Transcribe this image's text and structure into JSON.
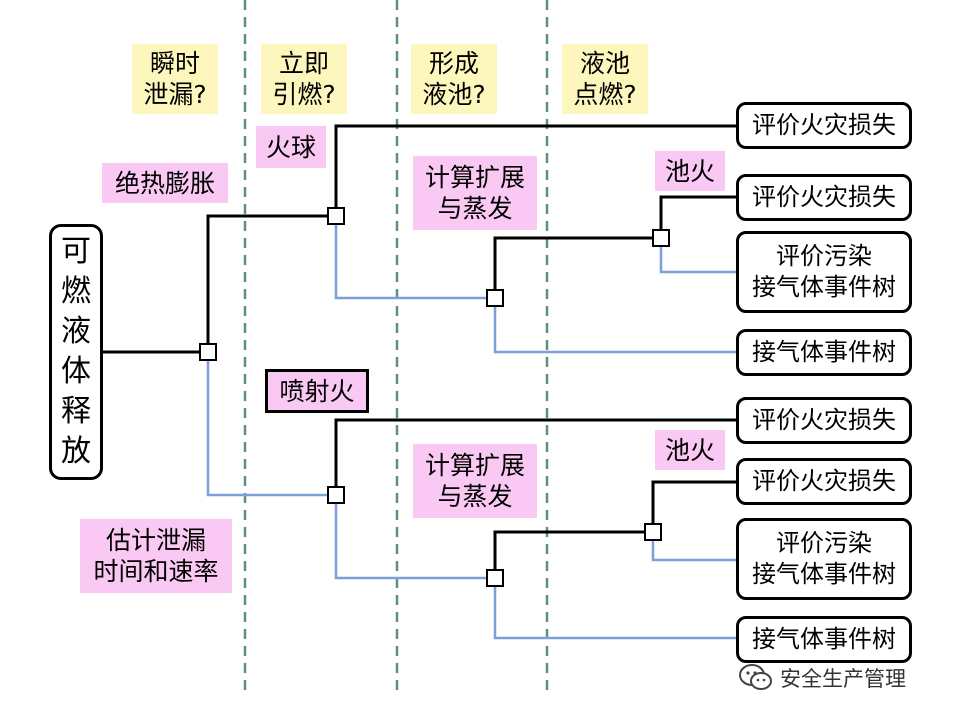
{
  "columns": [
    "瞬时\n泄漏?",
    "立即\n引燃?",
    "形成\n液池?",
    "液池\n点燃?"
  ],
  "source": "可\n燃\n液\n体\n释\n放",
  "labels": {
    "adiabatic": "绝热膨胀",
    "fireball": "火球",
    "pool_fire_1": "池火",
    "pool_fire_2": "池火",
    "spread_1": "计算扩展\n与蒸发",
    "spread_2": "计算扩展\n与蒸发",
    "jet_fire": "喷射火",
    "estimate": "估计泄漏\n时间和速率"
  },
  "outcomes": [
    "评价火灾损失",
    "评价火灾损失",
    "评价污染\n接气体事件树",
    "接气体事件树",
    "评价火灾损失",
    "评价火灾损失",
    "评价污染\n接气体事件树",
    "接气体事件树"
  ],
  "watermark": "安全生产管理",
  "colors": {
    "yes_branch": "#000000",
    "no_branch": "#7f9fd8",
    "divider": "#5e8f84",
    "question_bg": "#fdf7be",
    "note_bg": "#f9c9f3"
  }
}
